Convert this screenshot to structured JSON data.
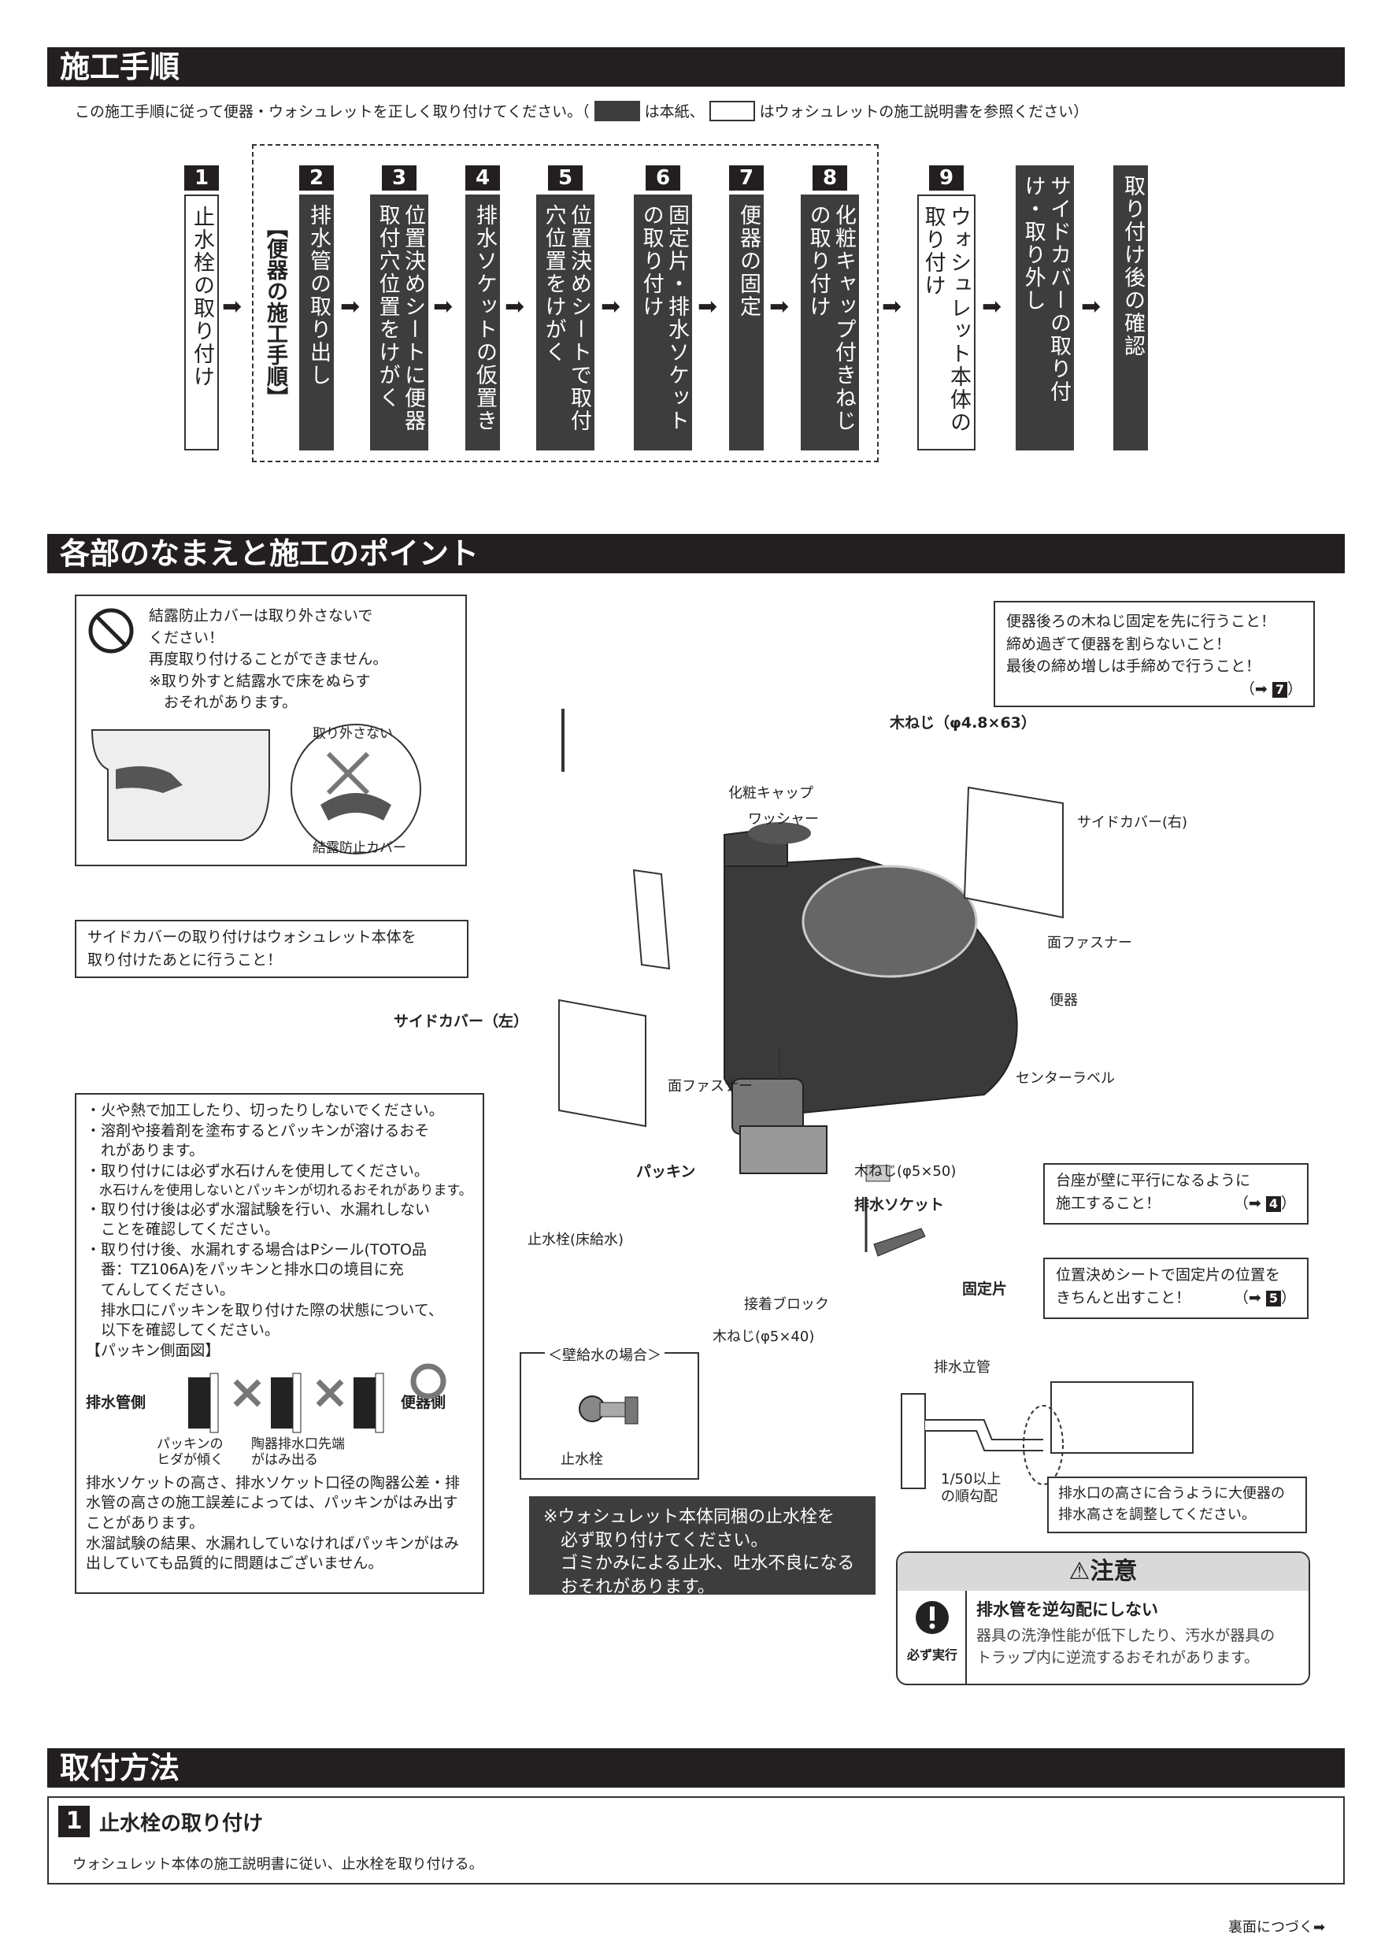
{
  "sections": {
    "procedure": "施工手順",
    "parts": "各部のなまえと施工のポイント",
    "install": "取付方法"
  },
  "intro": {
    "before": "この施工手順に従って便器・ウォシュレットを正しく取り付けてください。（",
    "dark_note": "は本紙、",
    "white_note": "はウォシュレットの施工説明書を参照ください）"
  },
  "group_label": "【便器の施工手順】",
  "steps": [
    {
      "num": "1",
      "text": "止水栓の取り付け"
    },
    {
      "num": "2",
      "text": "排水管の取り出し"
    },
    {
      "num": "3",
      "text": "位置決めシートに便器取付穴位置をけがく"
    },
    {
      "num": "4",
      "text": "排水ソケットの仮置き"
    },
    {
      "num": "5",
      "text": "位置決めシートで取付穴位置をけがく"
    },
    {
      "num": "6",
      "text": "固定片・排水ソケットの取り付け"
    },
    {
      "num": "7",
      "text": "便器の固定"
    },
    {
      "num": "8",
      "text": "化粧キャップ付きねじの取り付け"
    },
    {
      "num": "9",
      "text": "ウォシュレット本体の取り付け"
    },
    {
      "num": "",
      "text": "サイドカバーの取り付け・取り外し"
    },
    {
      "num": "",
      "text": "取り付け後の確認"
    }
  ],
  "notes": {
    "condensation": {
      "lines": [
        "結露防止カバーは取り外さないで",
        "ください！",
        "再度取り付けることができません。",
        "※取り外すと結露水で床をぬらす",
        "　おそれがあります。"
      ],
      "remove_not": "取り外さない",
      "cover_label": "結露防止カバー"
    },
    "wood_screw": {
      "lines": [
        "便器後ろの木ねじ固定を先に行うこと！",
        "締め過ぎて便器を割らないこと！",
        "最後の締め増しは手締めで行うこと！"
      ],
      "ref": "7"
    },
    "side_cover": {
      "lines": [
        "サイドカバーの取り付けはウォシュレット本体を",
        "取り付けたあとに行うこと！"
      ]
    },
    "packing": {
      "lines": [
        "・火や熱で加工したり、切ったりしないでください。",
        "・溶剤や接着剤を塗布するとパッキンが溶けるおそ",
        "　れがあります。",
        "・取り付けには必ず水石けんを使用してください。",
        "　水石けんを使用しないとパッキンが切れるおそれがあります。",
        "・取り付け後は必ず水溜試験を行い、水漏れしない",
        "　ことを確認してください。",
        "・取り付け後、水漏れする場合はPシール(TOTO品",
        "　番：TZ106A)をパッキンと排水口の境目に充",
        "　てんしてください。",
        "　排水口にパッキンを取り付けた際の状態について、",
        "　以下を確認してください。"
      ],
      "side_view": "【パッキン側面図】",
      "pipe_side": "排水管側",
      "bowl_side": "便器側",
      "tilt": "パッキンの\nヒダが傾く",
      "protrude": "陶器排水口先端\nがはみ出る",
      "bottom": [
        "排水ソケットの高さ、排水ソケット口径の陶器公差・排",
        "水管の高さの施工誤差によっては、パッキンがはみ出す",
        "ことがあります。",
        "水溜試験の結果、水漏れしていなければパッキンがはみ",
        "出していても品質的に問題はございません。"
      ]
    },
    "base": {
      "lines": [
        "台座が壁に平行になるように",
        "施工すること！"
      ],
      "ref": "4"
    },
    "fixing": {
      "lines": [
        "位置決めシートで固定片の位置を",
        "きちんと出すこと！"
      ],
      "ref": "5"
    },
    "drain_height": {
      "lines": [
        "排水口の高さに合うように大便器の",
        "排水高さを調整してください。"
      ]
    },
    "stop_valve": {
      "lines": [
        "※ウォシュレット本体同梱の止水栓を",
        "　必ず取り付けてください。",
        "　ゴミかみによる止水、吐水不良になる",
        "　おそれがあります。"
      ]
    }
  },
  "labels": {
    "wood_screw_big": "木ねじ（φ4.8×63）",
    "cap": "化粧キャップ",
    "washer": "ワッシャー",
    "side_cover_right": "サイドカバー(右)",
    "face_fastener": "面ファスナー",
    "bowl": "便器",
    "center_label": "センターラベル",
    "side_cover_left": "サイドカバー（左）",
    "face_fastener2": "面ファスナー",
    "packing": "パッキン",
    "wood_screw_50": "木ねじ(φ5×50)",
    "drain_socket": "排水ソケット",
    "stop_valve_floor": "止水栓(床給水)",
    "adhesive_block": "接着ブロック",
    "wood_screw_40": "木ねじ(φ5×40)",
    "fixing_piece": "固定片",
    "wall_supply": "＜壁給水の場合＞",
    "stop_valve": "止水栓",
    "drain_riser": "排水立管",
    "slope": "1/50以上\nの順勾配"
  },
  "caution": {
    "title": "注意",
    "heading": "排水管を逆勾配にしない",
    "body": [
      "器具の洗浄性能が低下したり、汚水が器具の",
      "トラップ内に逆流するおそれがあります。"
    ],
    "must": "必ず実行"
  },
  "install_step1": {
    "num": "1",
    "title": "止水栓の取り付け",
    "body": "ウォシュレット本体の施工説明書に従い、止水栓を取り付ける。"
  },
  "footer": "裏面につづく"
}
